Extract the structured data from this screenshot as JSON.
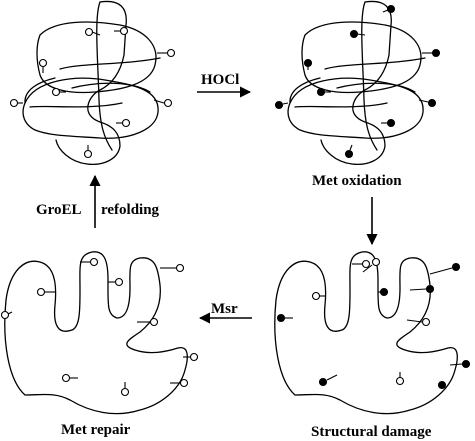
{
  "labels": {
    "oxidant": "HOCl",
    "oxidized_state": "Met oxidation",
    "damaged_state": "Structural damage",
    "repair_enzyme": "Msr",
    "repaired_state": "Met repair",
    "chaperone": "GroEL",
    "refolding_step": "refolding"
  },
  "legend_semantics": {
    "open_circle": "reduced Met",
    "filled_circle": "oxidized Met"
  }
}
